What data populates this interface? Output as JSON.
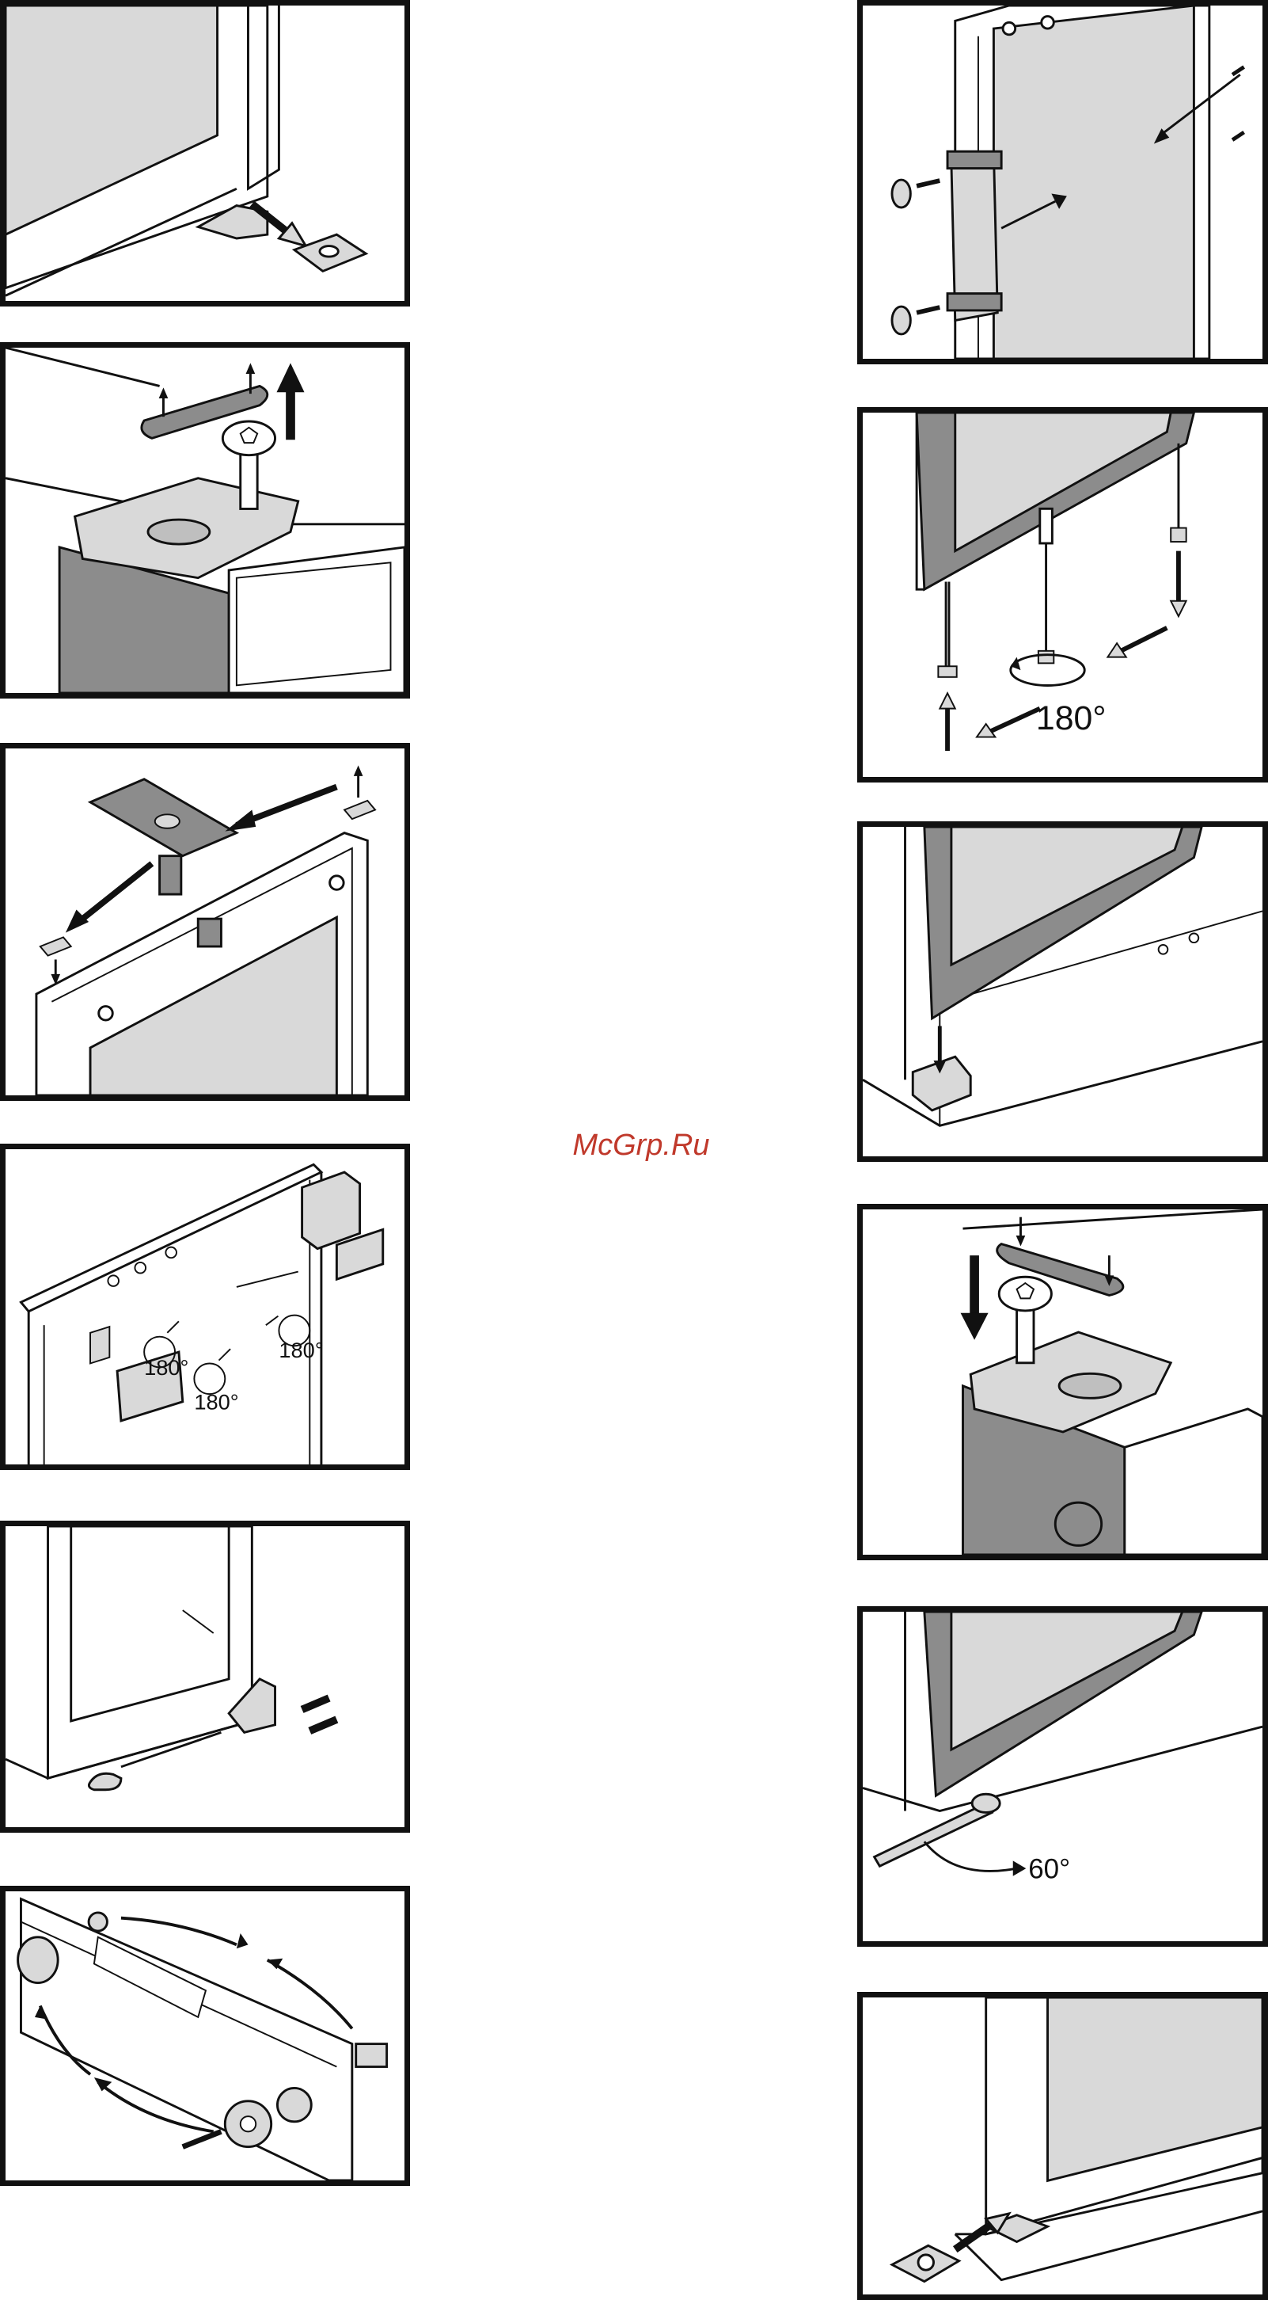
{
  "watermark": "McGrp.Ru",
  "angles": {
    "rotate_a": "180°",
    "rotate_b": "180°",
    "rotate_c": "180°",
    "rotate_d": "180°",
    "tilt": "60°"
  },
  "colors": {
    "outline": "#111111",
    "part_fill": "#d9d9d9",
    "dark_fill": "#8c8c8c",
    "watermark": "#c0392b"
  }
}
